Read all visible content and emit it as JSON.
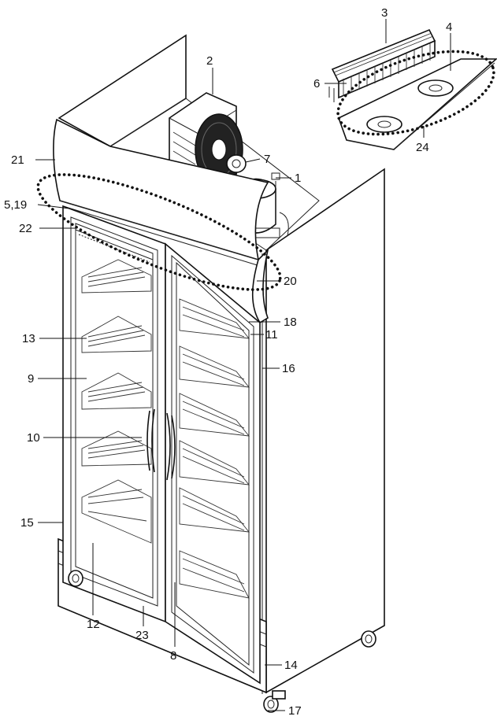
{
  "figure": {
    "callouts": [
      {
        "id": "1",
        "text": "1"
      },
      {
        "id": "2",
        "text": "2"
      },
      {
        "id": "3",
        "text": "3"
      },
      {
        "id": "4",
        "text": "4"
      },
      {
        "id": "5_19",
        "text": "5,19"
      },
      {
        "id": "6",
        "text": "6"
      },
      {
        "id": "7",
        "text": "7"
      },
      {
        "id": "8",
        "text": "8"
      },
      {
        "id": "9",
        "text": "9"
      },
      {
        "id": "10",
        "text": "10"
      },
      {
        "id": "11",
        "text": "11"
      },
      {
        "id": "12",
        "text": "12"
      },
      {
        "id": "13",
        "text": "13"
      },
      {
        "id": "14",
        "text": "14"
      },
      {
        "id": "15",
        "text": "15"
      },
      {
        "id": "16",
        "text": "16"
      },
      {
        "id": "17",
        "text": "17"
      },
      {
        "id": "18",
        "text": "18"
      },
      {
        "id": "20",
        "text": "20"
      },
      {
        "id": "21",
        "text": "21"
      },
      {
        "id": "22",
        "text": "22"
      },
      {
        "id": "23",
        "text": "23"
      },
      {
        "id": "24",
        "text": "24"
      }
    ]
  }
}
